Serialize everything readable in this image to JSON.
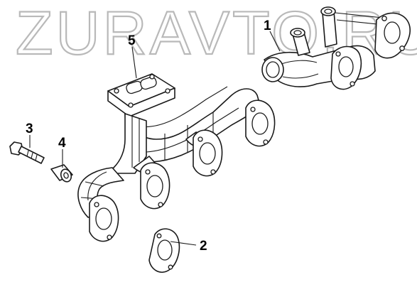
{
  "watermark": "ZURAVTO.RU",
  "callouts": [
    {
      "id": "callout-1",
      "number": "1"
    },
    {
      "id": "callout-2",
      "number": "2"
    },
    {
      "id": "callout-3",
      "number": "3"
    },
    {
      "id": "callout-4",
      "number": "4"
    },
    {
      "id": "callout-5",
      "number": "5"
    }
  ],
  "colors": {
    "line": "#1a1a1a",
    "watermark": "#b9b9b9",
    "background": "#ffffff"
  }
}
